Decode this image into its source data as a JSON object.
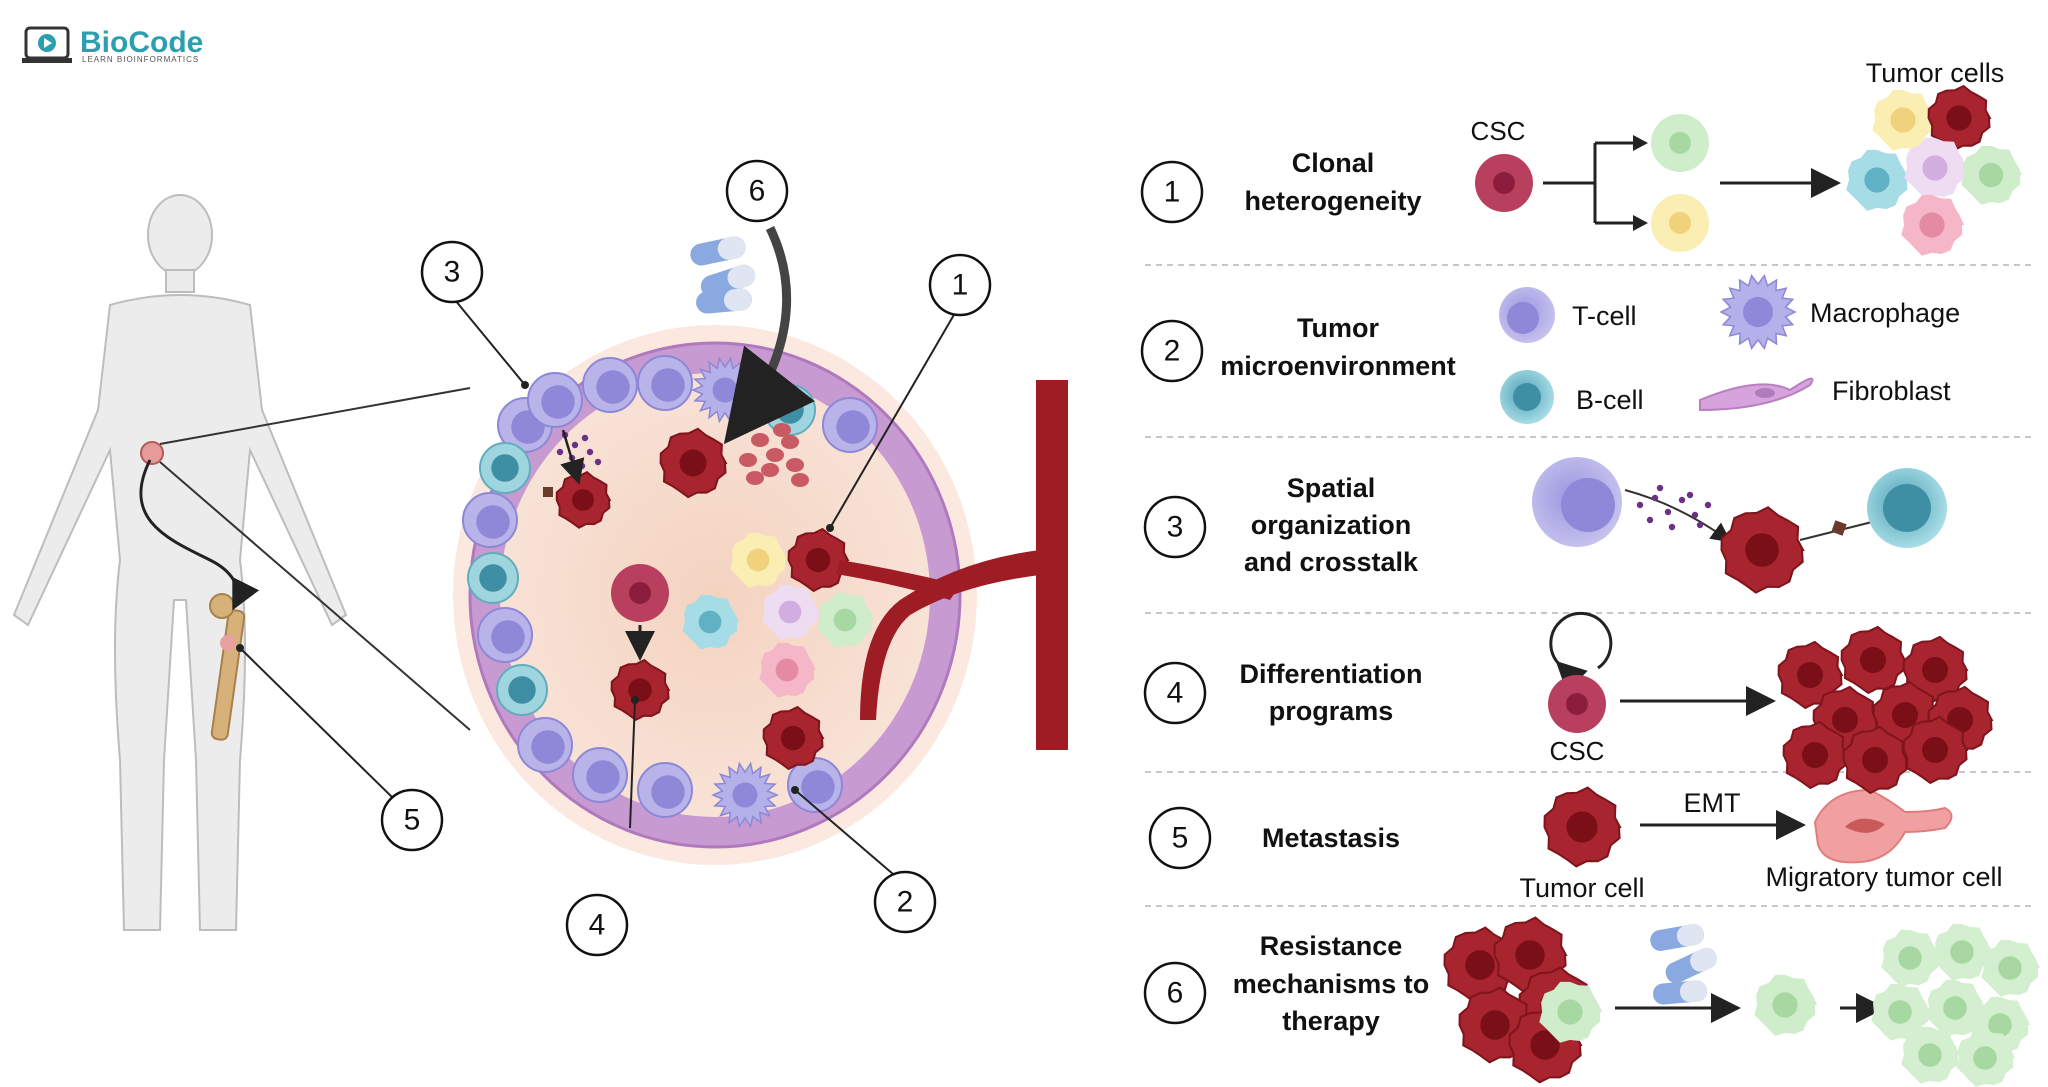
{
  "logo": {
    "name": "BioCode",
    "tagline": "LEARN BIOINFORMATICS",
    "color": "#2a9fb0"
  },
  "callouts": [
    "1",
    "2",
    "3",
    "4",
    "5",
    "6"
  ],
  "rows": [
    {
      "num": "1",
      "title": [
        "Clonal",
        "heterogeneity"
      ]
    },
    {
      "num": "2",
      "title": [
        "Tumor",
        "microenvironment"
      ]
    },
    {
      "num": "3",
      "title": [
        "Spatial",
        "organization",
        "and crosstalk"
      ]
    },
    {
      "num": "4",
      "title": [
        "Differentiation",
        "programs"
      ]
    },
    {
      "num": "5",
      "title": [
        "Metastasis"
      ]
    },
    {
      "num": "6",
      "title": [
        "Resistance",
        "mechanisms to",
        "therapy"
      ]
    }
  ],
  "labels": {
    "csc": "CSC",
    "tumor_cells": "Tumor cells",
    "t_cell": "T-cell",
    "b_cell": "B-cell",
    "macrophage": "Macrophage",
    "fibroblast": "Fibroblast",
    "csc_row4": "CSC",
    "emt": "EMT",
    "tumor_cell": "Tumor cell",
    "migratory_tumor_cell": "Migratory tumor cell"
  },
  "colors": {
    "tumor": "#a8242e",
    "csc": "#b8405e",
    "t_cell": "#a9a6e0",
    "b_cell": "#7fc4d1",
    "macrophage": "#a7a4e2",
    "fibroblast": "#c790cf",
    "resistant": "#b9e6b6",
    "vessel": "#9e1d25",
    "stroma": "#f6d5c4"
  }
}
